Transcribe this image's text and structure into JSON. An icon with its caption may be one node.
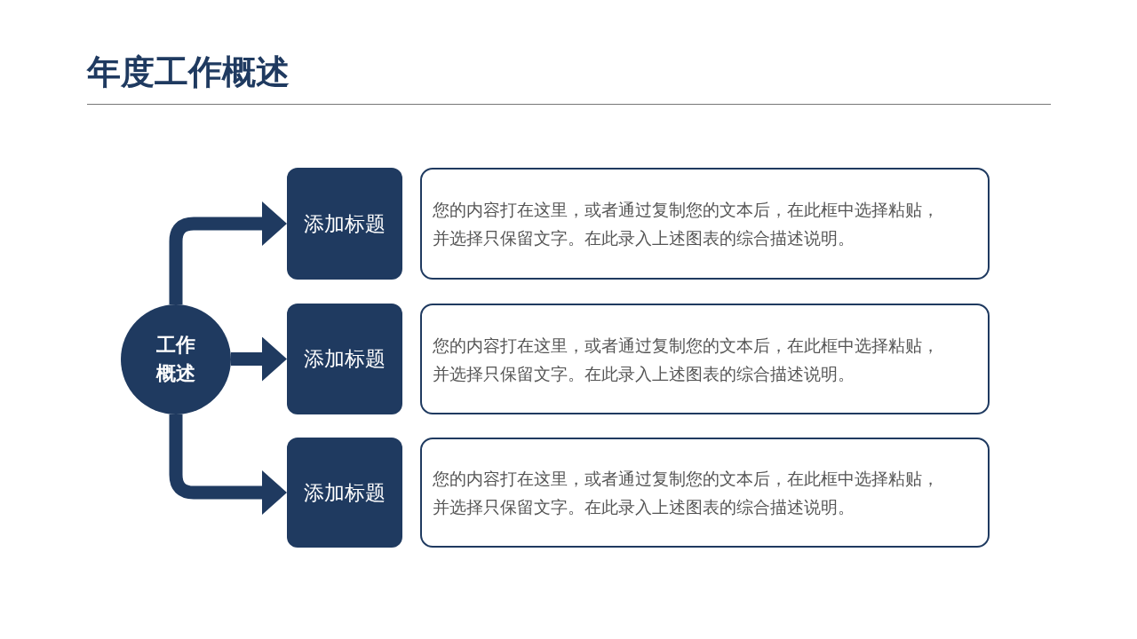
{
  "diagram": {
    "title": "年度工作概述",
    "nodes": [
      {
        "text": [
          "工作概述"
        ]
      },
      {
        "text": [
          "添加标题"
        ]
      },
      {
        "text": [
          "您的内容打在这里，或者通过复制您的文本后，在此框中选择粘贴，并选择只保留文字。在此录入上述图表的综合描述说明。"
        ]
      },
      {
        "text": [
          "添加标题"
        ]
      },
      {
        "text": [
          "您的内容打在这里，或者通过复制您的文本后，在此框中选择粘贴，并选择只保留文字。在此录入上述图表的综合描述说明。"
        ]
      },
      {
        "text": [
          "添加标题"
        ]
      },
      {
        "text": [
          "您的内容打在这里，或者通过复制您的文本后，在此框中选择粘贴，并选择只保留文字。在此录入上述图表的综合描述说明。"
        ]
      }
    ],
    "edges": [
      {
        "from": 0,
        "to": 1,
        "arrow": "to"
      },
      {
        "from": 0,
        "to": 3,
        "arrow": "to"
      },
      {
        "from": 0,
        "to": 5,
        "arrow": "to"
      }
    ]
  }
}
